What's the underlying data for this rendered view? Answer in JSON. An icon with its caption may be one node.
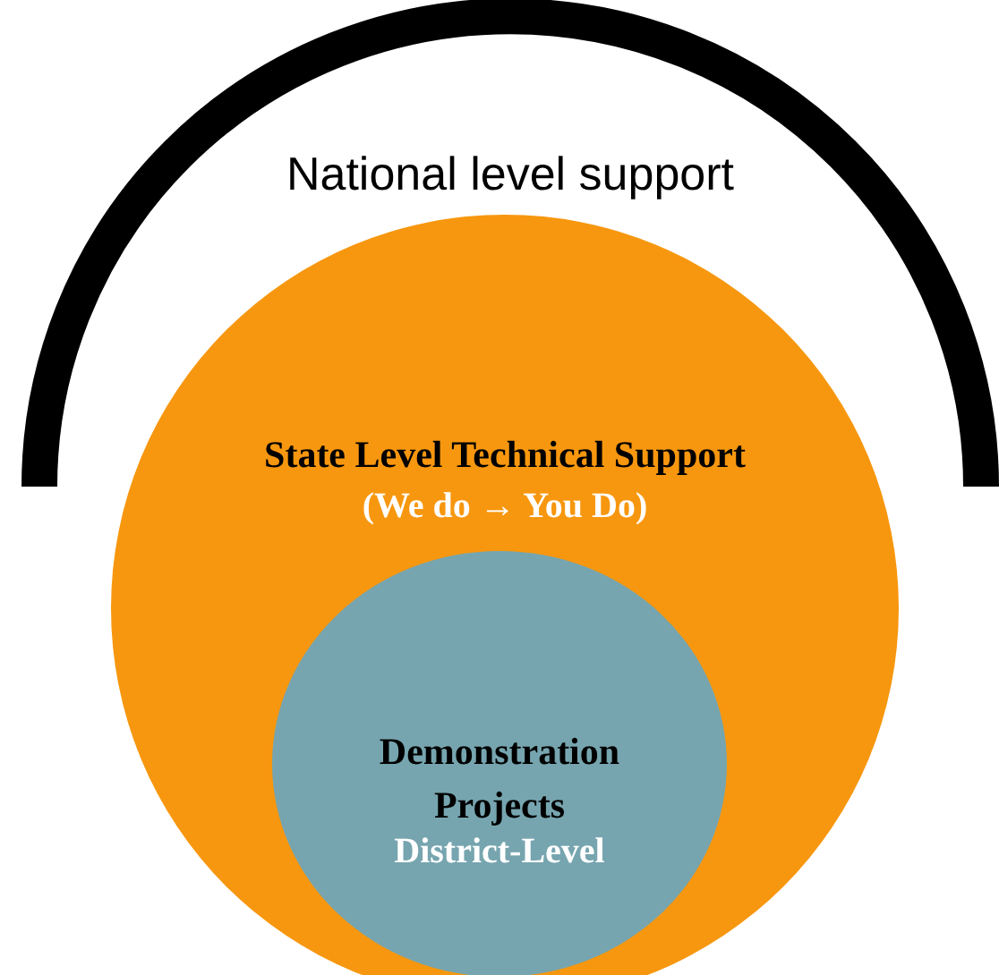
{
  "diagram": {
    "nodes": [
      {
        "text": [
          "National level support"
        ]
      },
      {
        "text": [
          "State Level Technical Support",
          "(We do → You Do)"
        ]
      },
      {
        "text": [
          "Demonstration Projects",
          "District-Level"
        ],
        "in": 1
      }
    ],
    "edges": []
  }
}
